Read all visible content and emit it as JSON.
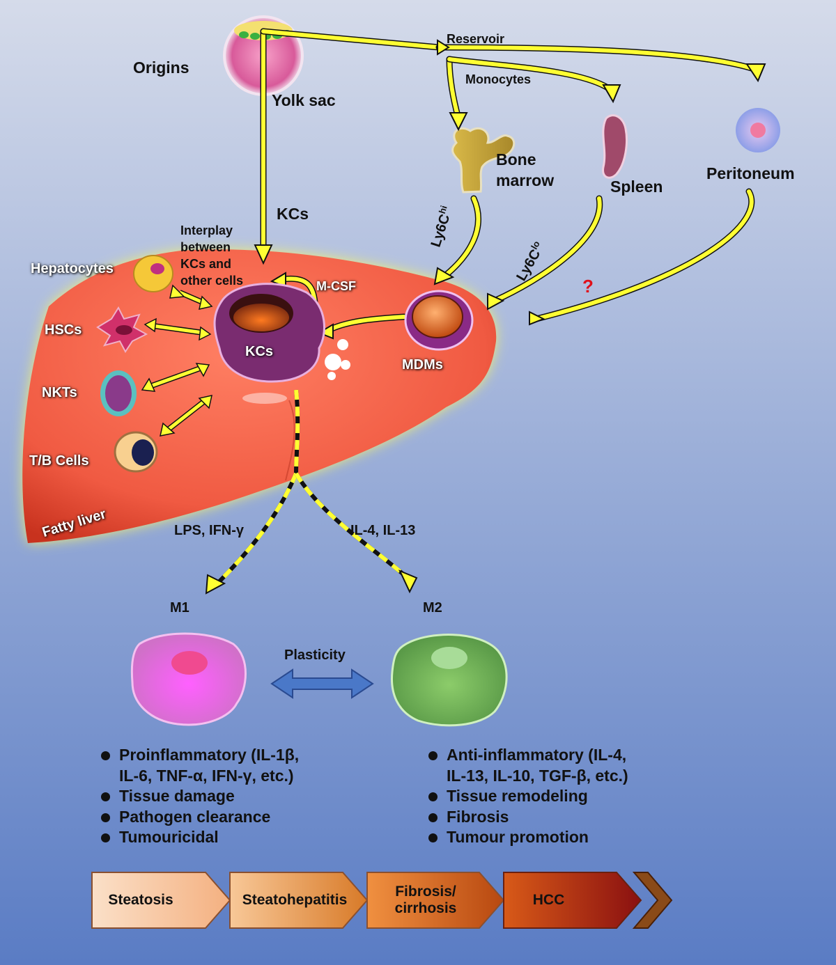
{
  "colors": {
    "background_top": "#d5dbea",
    "background_bottom": "#5a7cc4",
    "arrow": "#ffff33",
    "liver": "#f05a42",
    "kc_cell": "#7a2c70",
    "m1_cell": "#e070d8",
    "m2_cell": "#7cb860",
    "plasticity_arrow": "#4a78c8",
    "question_mark": "#e0101a",
    "stage_light": "#f8c8a0",
    "stage_dark": "#8a1010"
  },
  "origins": {
    "title": "Origins",
    "yolk_sac": "Yolk sac",
    "reservoir": "Reservoir",
    "monocytes": "Monocytes",
    "bone_marrow_line1": "Bone",
    "bone_marrow_line2": "marrow",
    "spleen": "Spleen",
    "peritoneum": "Peritoneum",
    "kcs_path": "KCs"
  },
  "routes": {
    "ly6c_hi_base": "Ly6C",
    "ly6c_hi_sup": "hi",
    "ly6c_lo_base": "Ly6C",
    "ly6c_lo_sup": "lo",
    "unknown": "?"
  },
  "liver": {
    "interplay_line1": "Interplay",
    "interplay_line2": "between",
    "interplay_line3": "KCs and",
    "interplay_line4": "other cells",
    "mcsf": "M-CSF",
    "kcs": "KCs",
    "mdms": "MDMs",
    "hepatocytes": "Hepatocytes",
    "hscs": "HSCs",
    "nkts": "NKTs",
    "tb_cells": "T/B Cells",
    "fatty_liver": "Fatty liver"
  },
  "polarization": {
    "m1_stimuli": "LPS, IFN-γ",
    "m2_stimuli": "IL-4, IL-13",
    "m1": "M1",
    "m2": "M2",
    "plasticity": "Plasticity"
  },
  "m1_functions": [
    "Proinflammatory (IL-1β,\nIL-6, TNF-α, IFN-γ, etc.)",
    "Tissue damage",
    "Pathogen clearance",
    "Tumouricidal"
  ],
  "m2_functions": [
    "Anti-inflammatory (IL-4,\nIL-13, IL-10, TGF-β, etc.)",
    "Tissue remodeling",
    "Fibrosis",
    "Tumour promotion"
  ],
  "stages": [
    {
      "line1": "Steatosis",
      "line2": ""
    },
    {
      "line1": "Steatohepatitis",
      "line2": ""
    },
    {
      "line1": "Fibrosis/",
      "line2": "cirrhosis"
    },
    {
      "line1": "HCC",
      "line2": ""
    }
  ]
}
